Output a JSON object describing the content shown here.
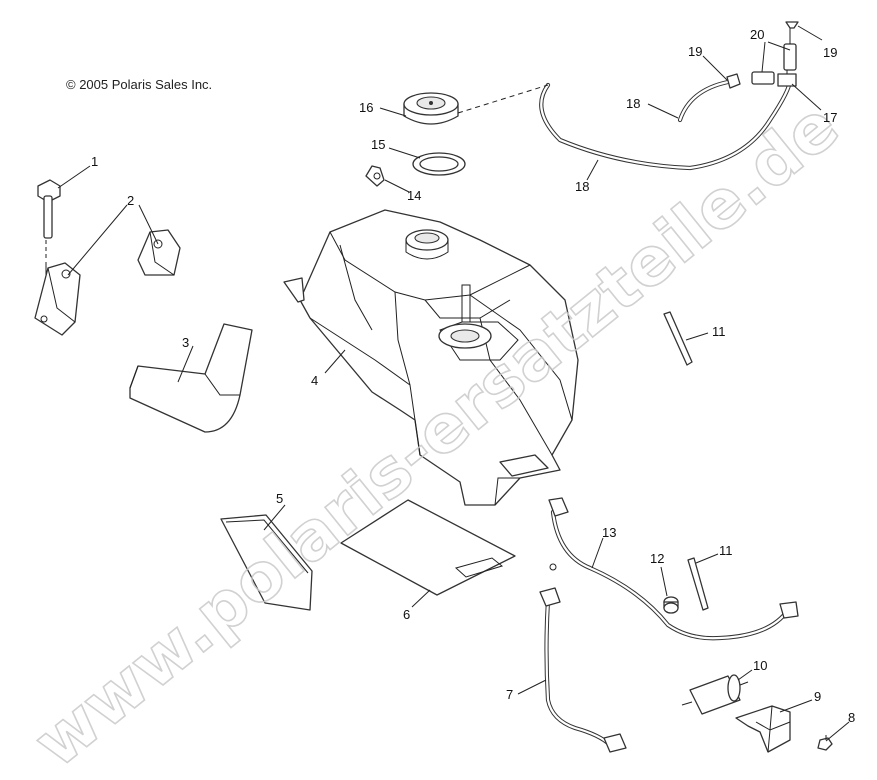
{
  "copyright": "© 2005 Polaris Sales Inc.",
  "watermark": "www.polaris-ersatzteile.de",
  "callouts": {
    "c1": "1",
    "c2": "2",
    "c3": "3",
    "c4": "4",
    "c5": "5",
    "c6": "6",
    "c7": "7",
    "c8": "8",
    "c9": "9",
    "c10": "10",
    "c11a": "11",
    "c11b": "11",
    "c12": "12",
    "c13": "13",
    "c14": "14",
    "c15": "15",
    "c16": "16",
    "c17": "17",
    "c18a": "18",
    "c18b": "18",
    "c19a": "19",
    "c19b": "19",
    "c20": "20"
  }
}
